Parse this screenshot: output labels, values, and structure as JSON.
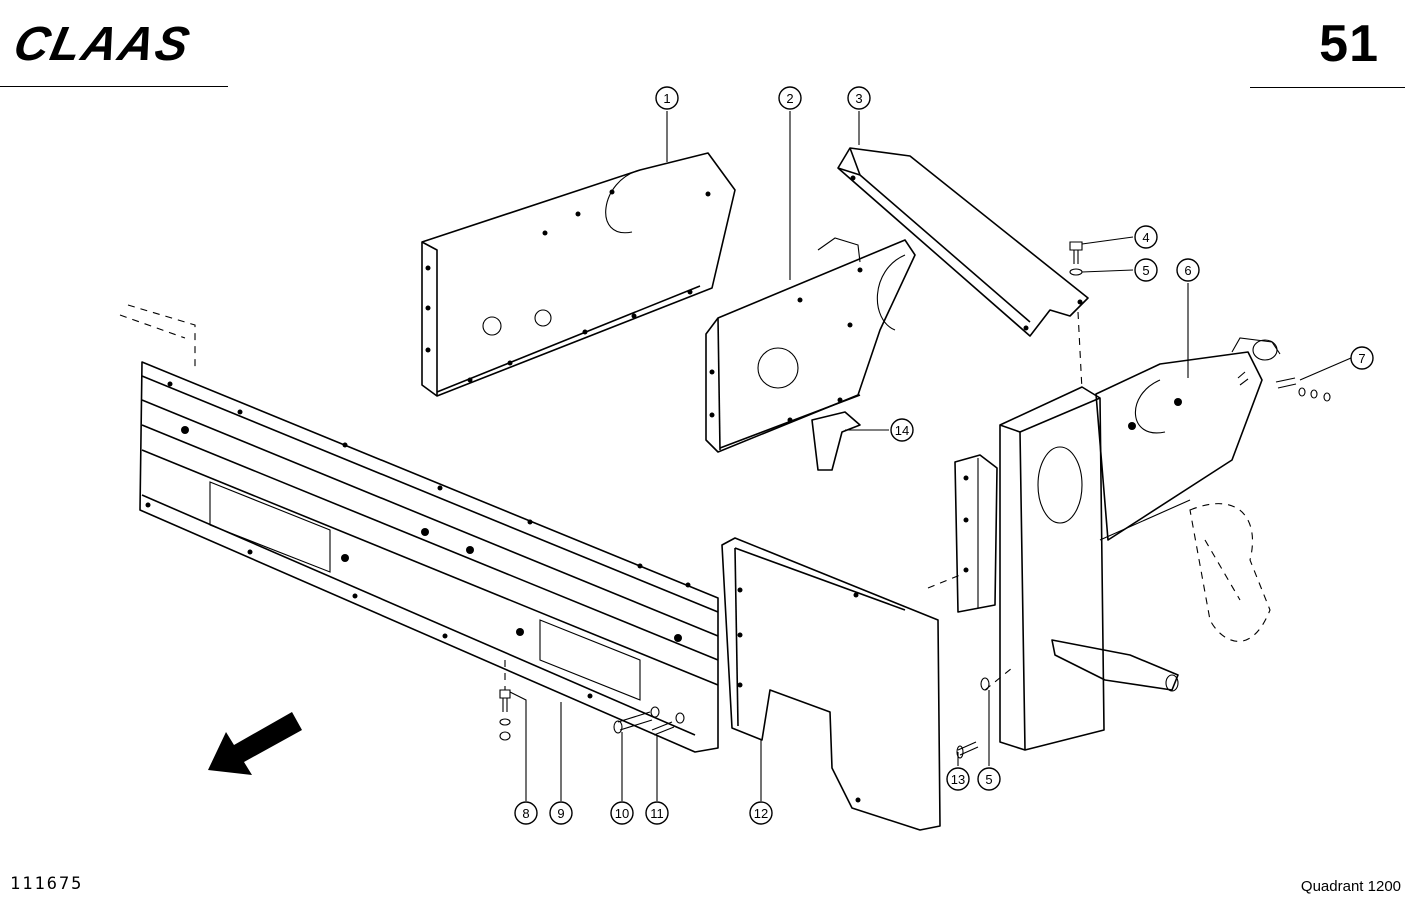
{
  "brand": {
    "logo_text": "CLAAS"
  },
  "page_number": "51",
  "drawing_code": "111675",
  "model_name": "Quadrant 1200",
  "callouts": [
    "1",
    "2",
    "3",
    "4",
    "5",
    "6",
    "7",
    "8",
    "9",
    "10",
    "11",
    "12",
    "13",
    "5",
    "14"
  ],
  "icons": {
    "direction_arrow": "direction-arrow-icon"
  }
}
